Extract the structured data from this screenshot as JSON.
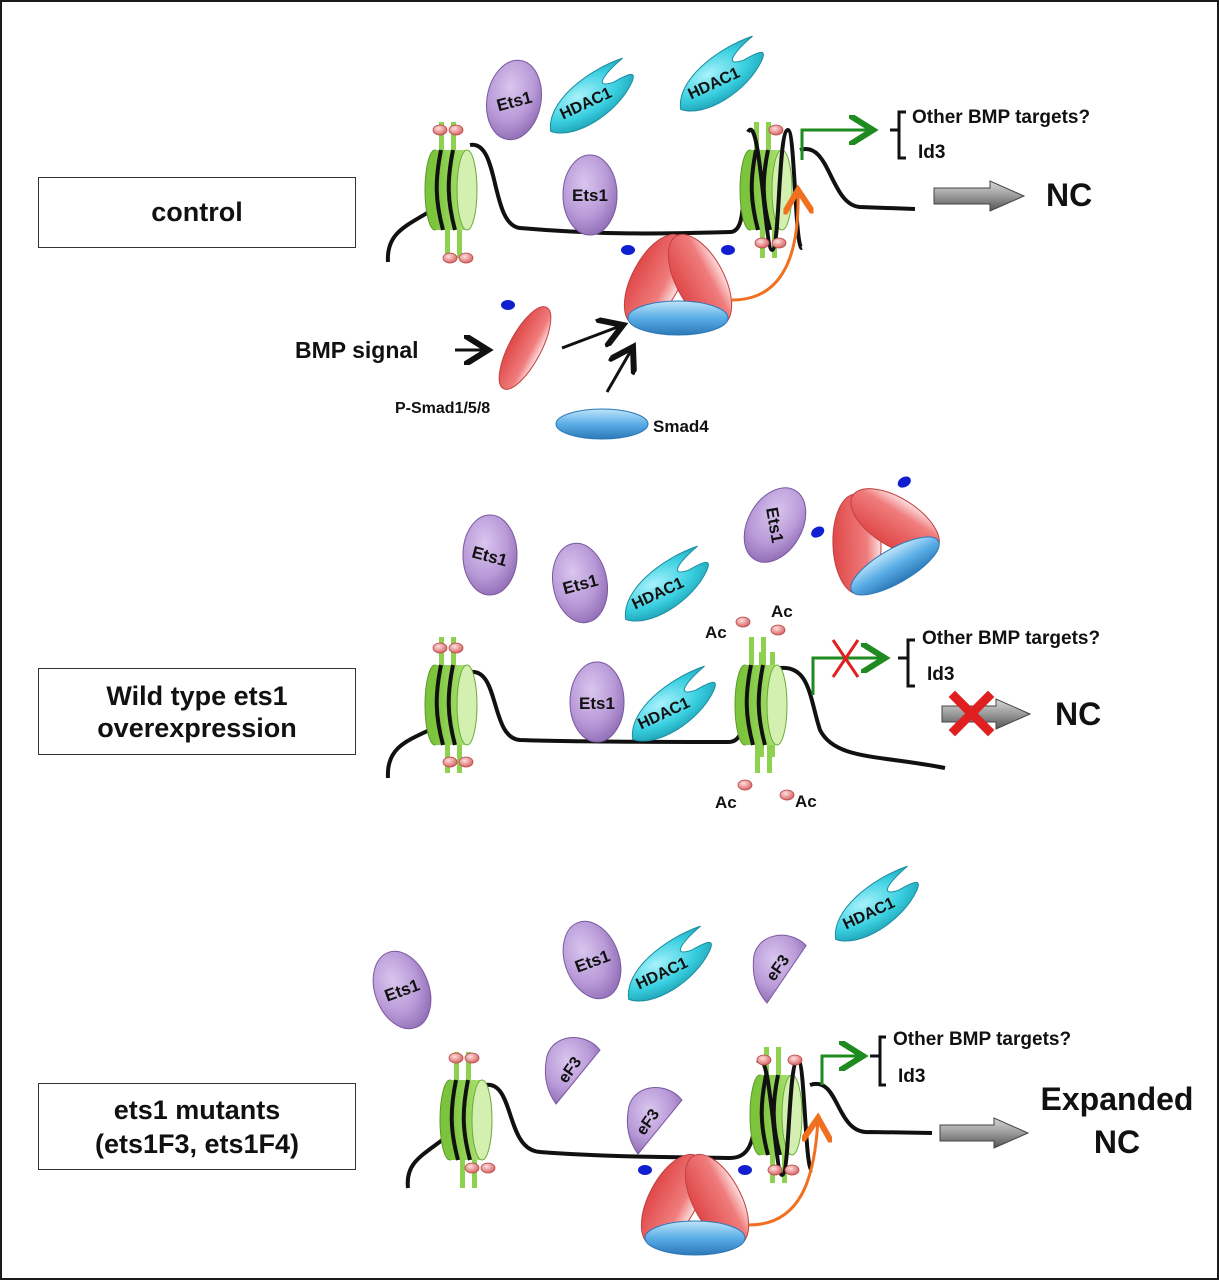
{
  "figure": {
    "panels": [
      {
        "id": "control",
        "condition_label": "control",
        "free_proteins": [
          "Ets1",
          "HDAC1",
          "HDAC1"
        ],
        "bound_proteins": [
          "Ets1"
        ],
        "bmp_signal_label": "BMP signal",
        "psmad_label": "P-Smad1/5/8",
        "smad4_label": "Smad4",
        "targets": [
          "Other BMP targets?",
          "Id3"
        ],
        "outcome": "NC",
        "transcription_blocked": false,
        "outcome_blocked": false
      },
      {
        "id": "overexpression",
        "condition_label_lines": [
          "Wild type ets1",
          "overexpression"
        ],
        "free_proteins": [
          "Ets1",
          "Ets1",
          "HDAC1",
          "Ets1"
        ],
        "bound_proteins": [
          "Ets1",
          "HDAC1"
        ],
        "acetyl_label": "Ac",
        "targets": [
          "Other BMP targets?",
          "Id3"
        ],
        "outcome": "NC",
        "transcription_blocked": true,
        "outcome_blocked": true
      },
      {
        "id": "mutants",
        "condition_label_lines": [
          "ets1 mutants",
          "(ets1F3, ets1F4)"
        ],
        "free_proteins": [
          "Ets1",
          "Ets1",
          "HDAC1",
          "eF3",
          "HDAC1",
          "eF3"
        ],
        "bound_proteins": [
          "eF3"
        ],
        "targets": [
          "Other BMP targets?",
          "Id3"
        ],
        "outcome_lines": [
          "Expanded",
          "NC"
        ],
        "transcription_blocked": false,
        "outcome_blocked": false
      }
    ],
    "colors": {
      "ets1": "#b99ad8",
      "hdac1": "#38cfe0",
      "psmad": "#ec6a6a",
      "smad4": "#5aaee6",
      "phospho": "#1020d0",
      "nucleosome": "#8ed14e",
      "acetyl": "#e88080",
      "activation_arrow": "#1f8a1f",
      "smad_arrow": "#f07020",
      "block_x": "#e02020"
    }
  }
}
